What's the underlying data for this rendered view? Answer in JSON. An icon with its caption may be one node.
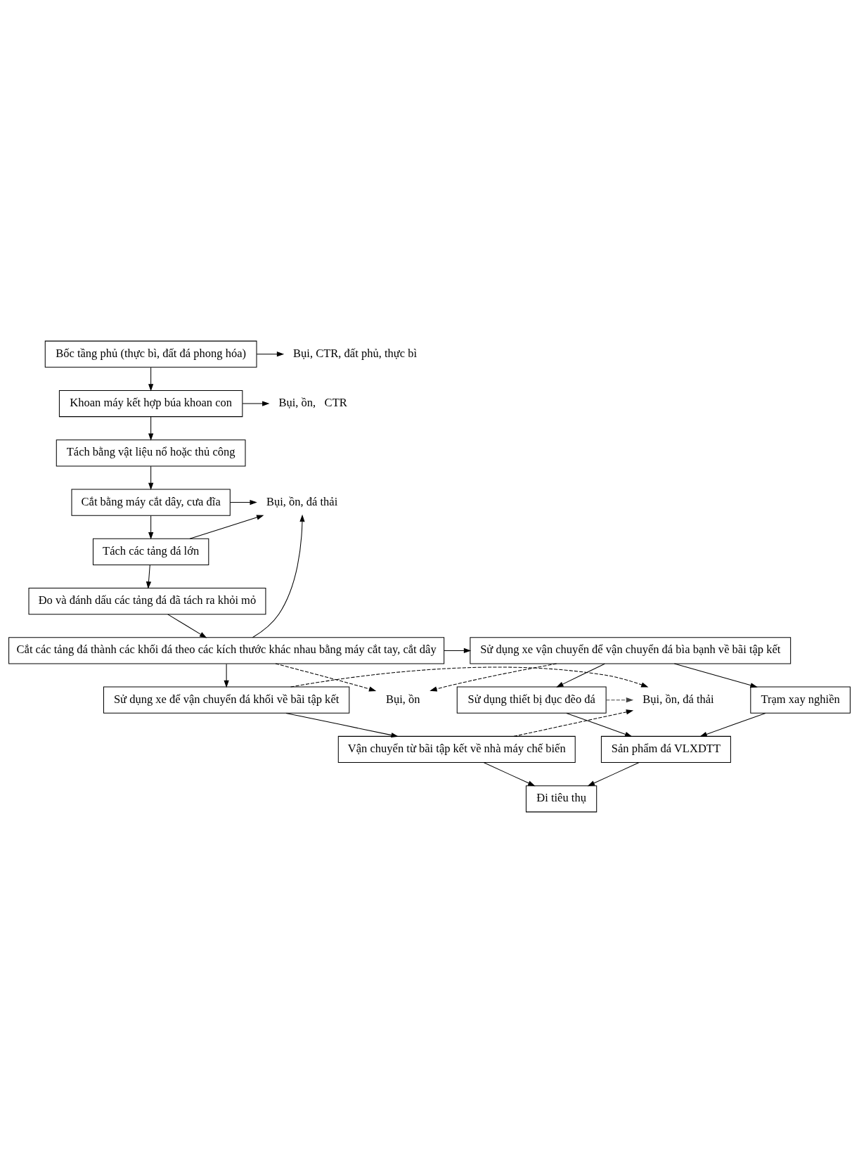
{
  "diagram": {
    "nodes": [
      {
        "text": [
          "Bốc tầng phủ (thực bì, đất đá phong hóa)"
        ]
      },
      {
        "text": [
          "Bụi, CTR, đất phủ, thực bì"
        ]
      },
      {
        "text": [
          "Khoan máy kết hợp búa khoan con"
        ]
      },
      {
        "text": [
          "Bụi, ồn,   CTR"
        ]
      },
      {
        "text": [
          "Tách bằng vật liệu nổ hoặc thủ công"
        ]
      },
      {
        "text": [
          "Cắt bằng máy cắt dây, cưa đĩa"
        ]
      },
      {
        "text": [
          "Bụi, ồn, đá thải"
        ]
      },
      {
        "text": [
          "Tách các tảng đá lớn"
        ]
      },
      {
        "text": [
          "Đo và đánh dấu các tảng đá đã tách ra khỏi mỏ"
        ]
      },
      {
        "text": [
          "Bụi, ồn"
        ]
      },
      {
        "text": [
          "Cắt các tảng đá thành các khối đá theo các kích thước khác nhau bằng máy cắt tay, cắt dây"
        ]
      },
      {
        "text": [
          "Sử dụng xe vận chuyển để vận chuyển đá bìa bạnh về bãi tập kết"
        ]
      },
      {
        "text": [
          "Sử dụng xe để vận chuyển đá khối về bãi tập kết"
        ]
      },
      {
        "text": [
          "Bụi, ồn, đá thải"
        ]
      },
      {
        "text": [
          "Sử dụng thiết bị đục đẽo đá"
        ]
      },
      {
        "text": [
          "Trạm xay nghiền"
        ]
      },
      {
        "text": [
          "Vận chuyển từ bãi tập kết về nhà máy chế biến"
        ]
      },
      {
        "text": [
          "Sản phẩm đá VLXDTT"
        ]
      },
      {
        "text": [
          "Đi tiêu thụ"
        ]
      }
    ],
    "edges": [
      {
        "from": 0,
        "to": 1,
        "arrow": "to"
      },
      {
        "from": 0,
        "to": 2,
        "arrow": "to"
      },
      {
        "from": 2,
        "to": 3,
        "arrow": "to"
      },
      {
        "from": 2,
        "to": 4,
        "arrow": "to"
      },
      {
        "from": 4,
        "to": 5,
        "arrow": "to"
      },
      {
        "from": 5,
        "to": 6,
        "arrow": "to"
      },
      {
        "from": 7,
        "to": 6,
        "arrow": "to"
      },
      {
        "from": 10,
        "to": 6,
        "arrow": "to"
      },
      {
        "from": 5,
        "to": 7,
        "arrow": "to"
      },
      {
        "from": 7,
        "to": 8,
        "arrow": "to"
      },
      {
        "from": 8,
        "to": 10,
        "arrow": "to"
      },
      {
        "from": 10,
        "to": 9,
        "arrow": "to",
        "style": "dashed"
      },
      {
        "from": 11,
        "to": 9,
        "arrow": "to",
        "style": "dashed"
      },
      {
        "from": 10,
        "to": 11,
        "arrow": "to"
      },
      {
        "from": 10,
        "to": 12,
        "arrow": "to"
      },
      {
        "from": 11,
        "to": 14,
        "arrow": "to"
      },
      {
        "from": 11,
        "to": 15,
        "arrow": "to"
      },
      {
        "from": 12,
        "to": 13,
        "arrow": "to",
        "style": "dashed"
      },
      {
        "from": 14,
        "to": 13,
        "arrow": "to",
        "style": "dashed",
        "color": "#404040"
      },
      {
        "from": 14,
        "to": 17,
        "arrow": "to"
      },
      {
        "from": 15,
        "to": 17,
        "arrow": "to"
      },
      {
        "from": 12,
        "to": 16,
        "arrow": "to"
      },
      {
        "from": 16,
        "to": 13,
        "arrow": "to",
        "style": "dashed"
      },
      {
        "from": 16,
        "to": 18,
        "arrow": "to"
      },
      {
        "from": 17,
        "to": 18,
        "arrow": "to"
      }
    ]
  }
}
